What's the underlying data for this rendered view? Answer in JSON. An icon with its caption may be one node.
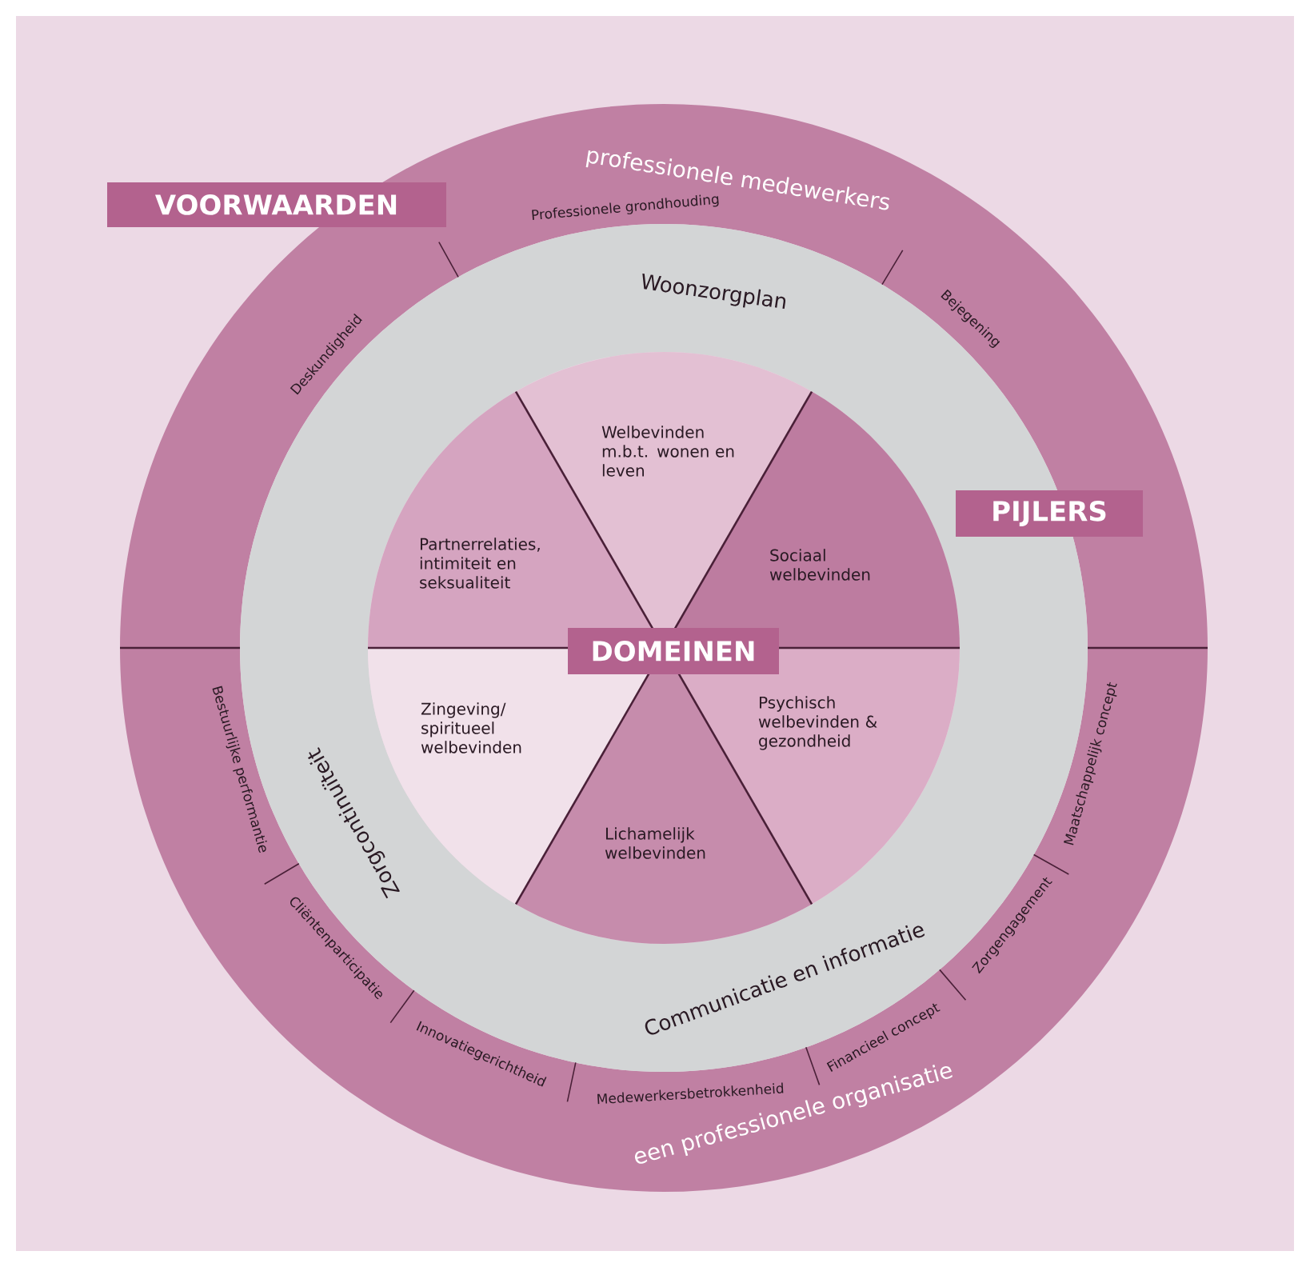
{
  "diagram": {
    "nodes": [
      {
        "text": [
          "VOORWAARDEN"
        ]
      },
      {
        "text": [
          "PIJLERS"
        ]
      },
      {
        "text": [
          "Welbevinden m.b.t. wonen en leven"
        ]
      },
      {
        "text": [
          "Partnerrelaties, intimiteit en seksualiteit"
        ]
      },
      {
        "text": [
          "Sociaal welbevinden"
        ]
      },
      {
        "text": [
          "DOMEINEN"
        ]
      },
      {
        "text": [
          "Zingeving/ spiritueel welbevinden"
        ]
      },
      {
        "text": [
          "Psychisch welbevinden & gezondheid"
        ]
      },
      {
        "text": [
          "Lichamelijk welbevinden"
        ]
      }
    ],
    "labels": [
      "professionele medewerkers",
      "Professionele grondhouding",
      "Deskundigheid",
      "Bejegening",
      "Woonzorgplan",
      "Zorgcontinuïteit",
      "Communicatie en informatie",
      "Bestuurlijke performantie",
      "Cliëntenparticipatie",
      "Innovatiegerichtheid",
      "Medewerkersbetrokkenheid",
      "Financieel concept",
      "Zorgengagement",
      "Maatschappelijk concept",
      "een professionele organisatie"
    ]
  }
}
